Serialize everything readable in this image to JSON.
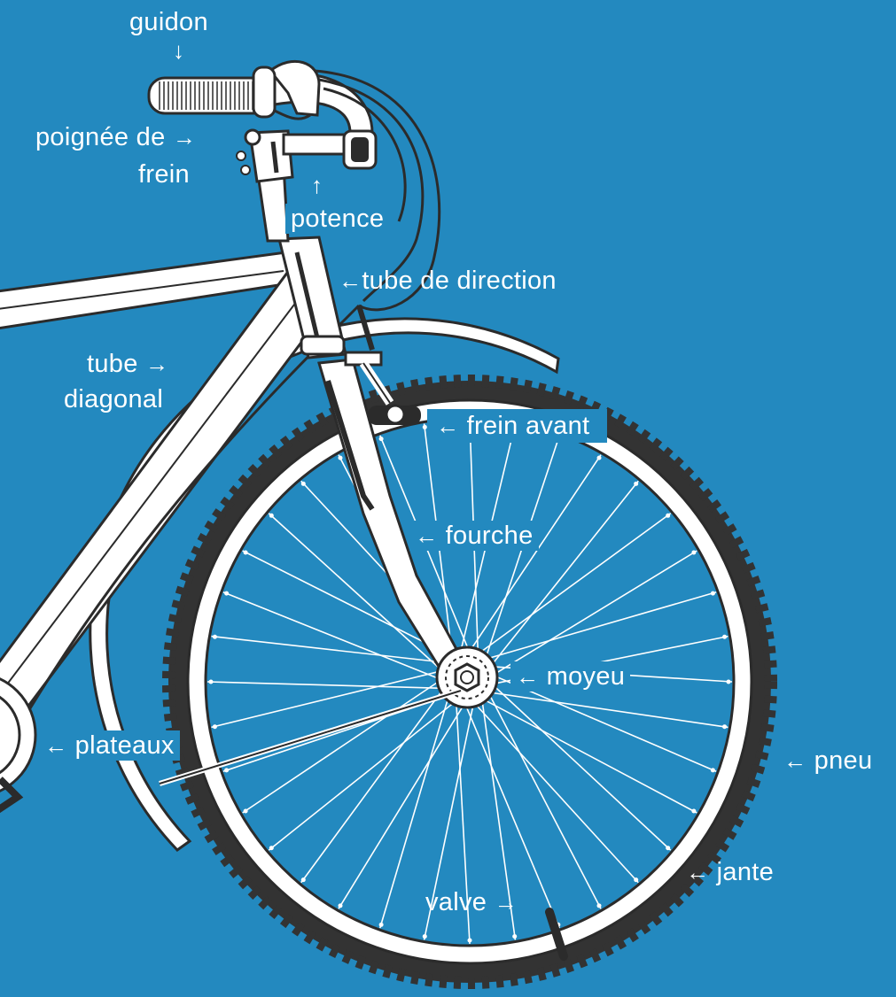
{
  "colors": {
    "background": "#2389bf",
    "frame": "#ffffff",
    "outline": "#2b2b2b",
    "tyre": "#333333"
  },
  "labels": {
    "guidon": "guidon",
    "poignee_line1": "poignée de",
    "poignee_line2": "frein",
    "potence": "potence",
    "tube_direction": "tube de direction",
    "tube_diagonal_line1": "tube",
    "tube_diagonal_line2": "diagonal",
    "frein_avant": "frein avant",
    "fourche": "fourche",
    "moyeu": "moyeu",
    "plateaux": "plateaux",
    "pneu": "pneu",
    "jante": "jante",
    "valve": "valve"
  },
  "arrows": {
    "down": "↓",
    "up": "↑",
    "left": "←",
    "right": "→"
  }
}
